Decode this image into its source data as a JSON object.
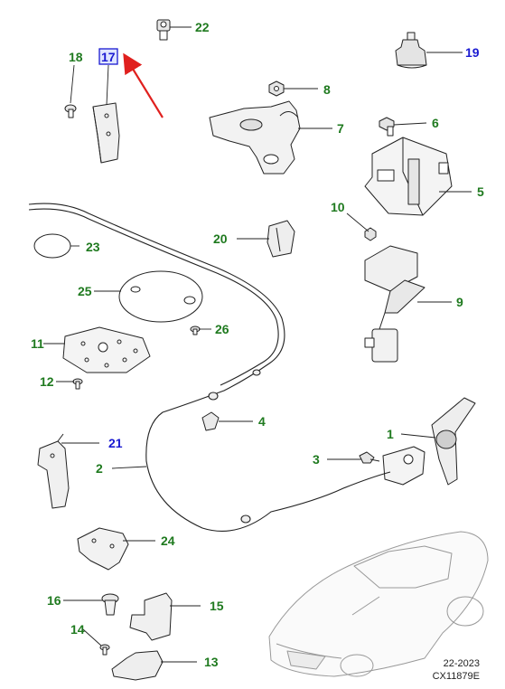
{
  "colors": {
    "label_green": "#1f7a1f",
    "label_blue": "#1a1ad1",
    "highlight_box": "#1a1ad1",
    "arrow_red": "#e0201e",
    "part_stroke": "#222222",
    "part_fill": "#ffffff",
    "part_shade": "#e2e2e2"
  },
  "labels": {
    "p1": "1",
    "p2": "2",
    "p3": "3",
    "p4": "4",
    "p5": "5",
    "p6": "6",
    "p7": "7",
    "p8": "8",
    "p9": "9",
    "p10": "10",
    "p11": "11",
    "p12": "12",
    "p13": "13",
    "p14": "14",
    "p15": "15",
    "p16": "16",
    "p17": "17",
    "p18": "18",
    "p19": "19",
    "p20": "20",
    "p21": "21",
    "p22": "22",
    "p23": "23",
    "p24": "24",
    "p25": "25",
    "p26": "26"
  },
  "footer": {
    "date": "22-2023",
    "code": "CX11879E"
  }
}
